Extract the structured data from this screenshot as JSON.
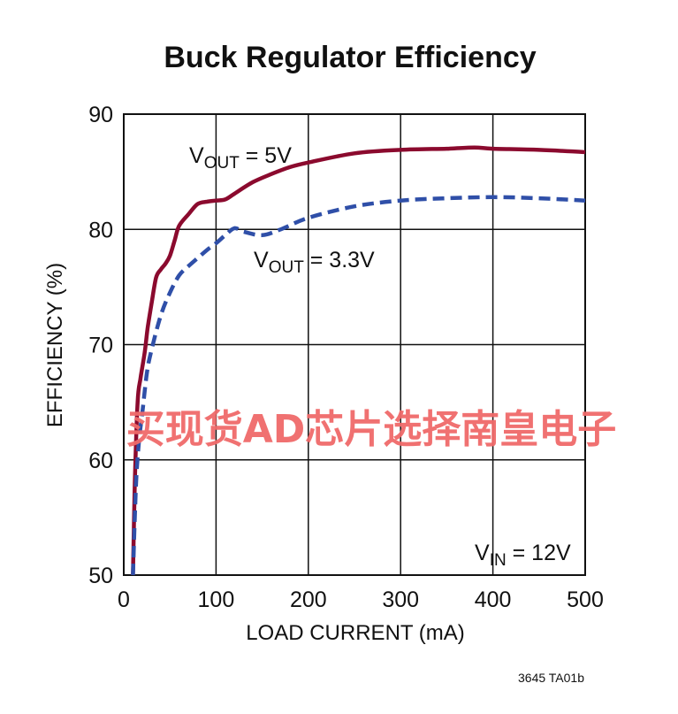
{
  "chart_data": {
    "type": "line",
    "title": "Buck Regulator Efficiency",
    "xlabel": "LOAD CURRENT (mA)",
    "ylabel": "EFFICIENCY  (%)",
    "xlim": [
      0,
      500
    ],
    "ylim": [
      50,
      90
    ],
    "xticks": [
      0,
      100,
      200,
      300,
      400,
      500
    ],
    "yticks": [
      50,
      60,
      70,
      80,
      90
    ],
    "grid": true,
    "series": [
      {
        "name": "VOUT = 5V",
        "label_main": "V",
        "label_sub": "OUT",
        "label_rest": " = 5V",
        "color": "#8b0a2e",
        "style": "solid",
        "x": [
          10,
          12,
          15,
          18,
          20,
          23,
          26,
          30,
          35,
          40,
          45,
          50,
          55,
          60,
          70,
          80,
          90,
          100,
          110,
          120,
          140,
          160,
          180,
          200,
          250,
          300,
          350,
          380,
          400,
          450,
          500
        ],
        "y": [
          50,
          58,
          65,
          67,
          68,
          69.5,
          71.5,
          73.5,
          75.8,
          76.5,
          77,
          77.7,
          79,
          80.3,
          81.3,
          82.2,
          82.4,
          82.5,
          82.6,
          83.1,
          84.1,
          84.8,
          85.4,
          85.8,
          86.6,
          86.9,
          87.0,
          87.1,
          87.0,
          86.9,
          86.7
        ]
      },
      {
        "name": "VOUT = 3.3V",
        "label_main": "V",
        "label_sub": "OUT",
        "label_rest": " = 3.3V",
        "color": "#2f4fa8",
        "style": "dashed",
        "x": [
          10,
          12,
          14,
          17,
          20,
          25,
          30,
          40,
          50,
          60,
          70,
          80,
          90,
          100,
          110,
          120,
          130,
          150,
          170,
          200,
          250,
          300,
          350,
          400,
          450,
          500
        ],
        "y": [
          50,
          55,
          59,
          62,
          64,
          67.5,
          69.5,
          72.5,
          74.5,
          76,
          76.8,
          77.5,
          78.2,
          78.8,
          79.5,
          80.1,
          79.8,
          79.5,
          80,
          81,
          82,
          82.5,
          82.7,
          82.8,
          82.7,
          82.5
        ]
      }
    ],
    "annotations": [
      {
        "main": "V",
        "sub": "IN",
        "rest": " = 12V"
      }
    ],
    "figure_code": "3645 TA01b"
  },
  "watermark": "买现货AD芯片选择南皇电子"
}
